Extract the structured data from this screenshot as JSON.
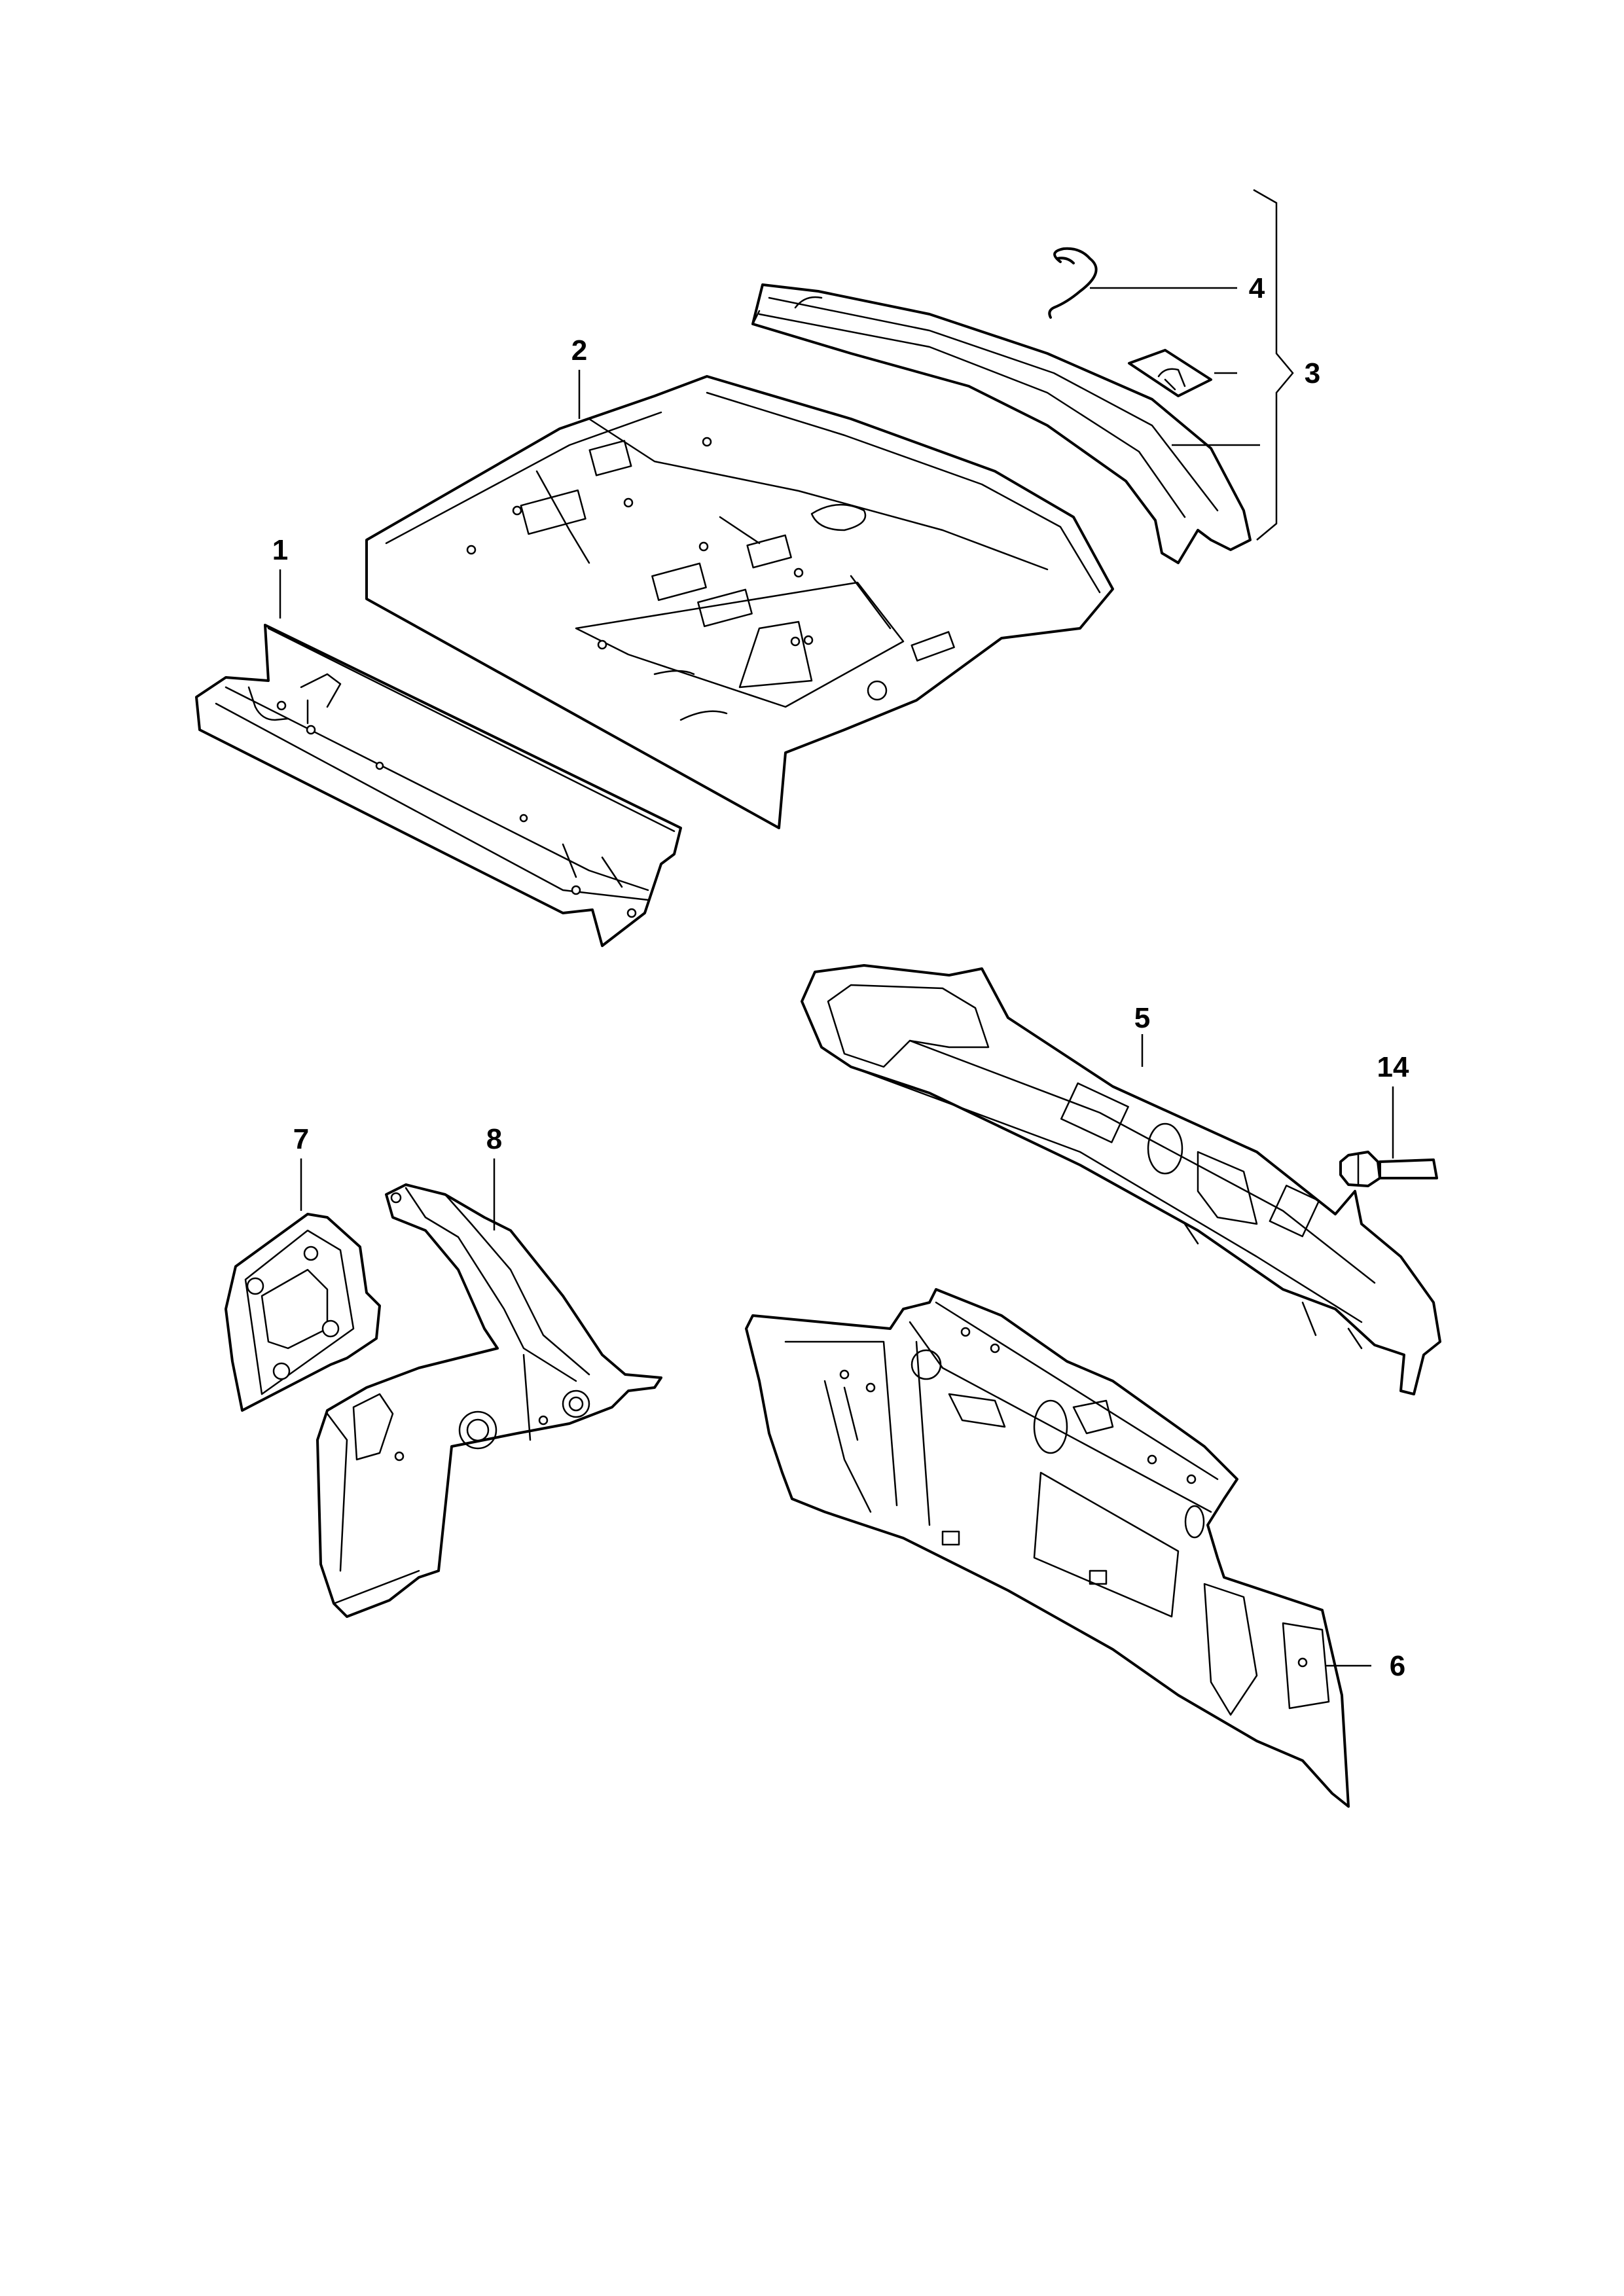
{
  "diagram": {
    "callouts": [
      {
        "id": "c1",
        "label": "1"
      },
      {
        "id": "c2",
        "label": "2"
      },
      {
        "id": "c3",
        "label": "3"
      },
      {
        "id": "c4",
        "label": "4"
      },
      {
        "id": "c5",
        "label": "5"
      },
      {
        "id": "c6",
        "label": "6"
      },
      {
        "id": "c7",
        "label": "7"
      },
      {
        "id": "c8",
        "label": "8"
      },
      {
        "id": "c14",
        "label": "14"
      }
    ]
  }
}
